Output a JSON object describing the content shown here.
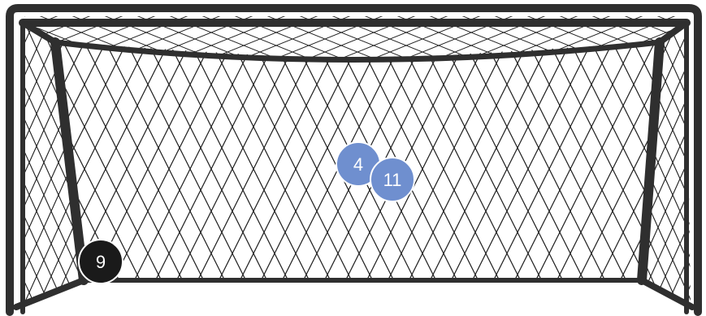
{
  "goal": {
    "frame_color": "#2f2f2f",
    "net_color": "#1f1f1f",
    "background": "#ffffff"
  },
  "shots": [
    {
      "label": "4",
      "color": "#6f8fcf",
      "text_color": "#ffffff"
    },
    {
      "label": "11",
      "color": "#6f8fcf",
      "text_color": "#ffffff"
    },
    {
      "label": "9",
      "color": "#1a1a1a",
      "text_color": "#ffffff"
    }
  ]
}
